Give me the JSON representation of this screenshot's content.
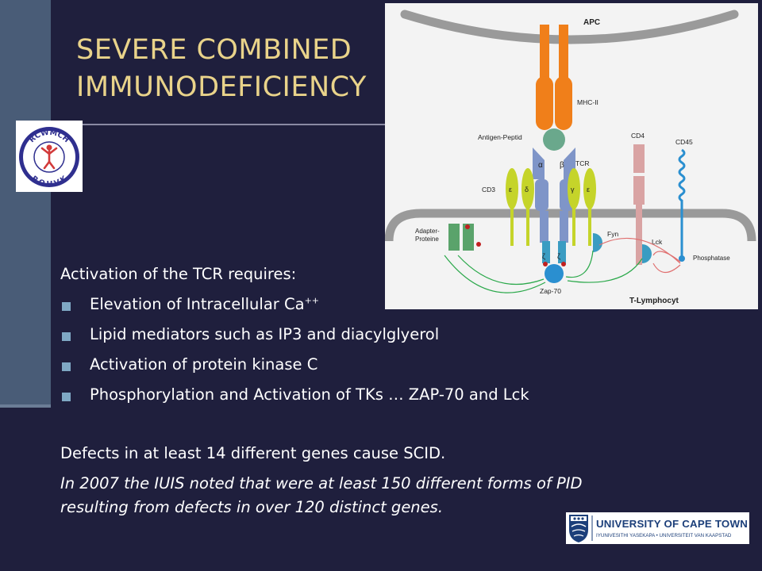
{
  "slide": {
    "title_line1": "SEVERE COMBINED",
    "title_line2": "IMMUNODEFICIENCY",
    "intro": "Activation of the TCR requires:",
    "bullets": [
      "Elevation of Intracellular Ca",
      "Lipid mediators such as IP3 and diacylglyerol",
      "Activation of protein kinase C",
      "Phosphorylation and Activation of TKs … ZAP-70 and Lck"
    ],
    "ca_superscript": "++",
    "defects": "Defects in at least 14  different genes cause SCID.",
    "iuis_line1": "In 2007 the IUIS noted that were at least 150 different forms of PID",
    "iuis_line2": "resulting from defects in over 120 distinct genes."
  },
  "logo_rcwmch": {
    "top_text": "RCWMCH",
    "bottom_text": "ROHVK"
  },
  "diagram": {
    "apc": "APC",
    "mhc": "MHC-II",
    "antigen": "Antigen-Peptid",
    "cd4": "CD4",
    "cd45": "CD45",
    "cd3": "CD3",
    "tcr": "TCR",
    "alpha": "α",
    "beta": "β",
    "epsilon": "ε",
    "delta": "δ",
    "gamma": "γ",
    "zeta": "ζ",
    "adapter_1": "Adapter-",
    "adapter_2": "Proteine",
    "fyn": "Fyn",
    "lck": "Lck",
    "phosphatase": "Phosphatase",
    "zap70": "Zap-70",
    "tlymph": "T-Lymphocyt"
  },
  "uct_logo": {
    "name": "UNIVERSITY OF CAPE TOWN",
    "subtitle": "IYUNIVESITHI YASEKAPA • UNIVERSITEIT VAN KAAPSTAD"
  },
  "colors": {
    "background": "#1f1f3d",
    "title": "#e9d38a",
    "bullet": "#7fa8c4",
    "mhc": "#f07f1a",
    "tcr": "#7f95c8",
    "cd3": "#c5d42a",
    "cd4": "#d9a3a3",
    "cd45": "#2a8fd0",
    "adapter": "#5aa36b",
    "zap70": "#2a8fd0",
    "membrane": "#9a9a9a"
  }
}
